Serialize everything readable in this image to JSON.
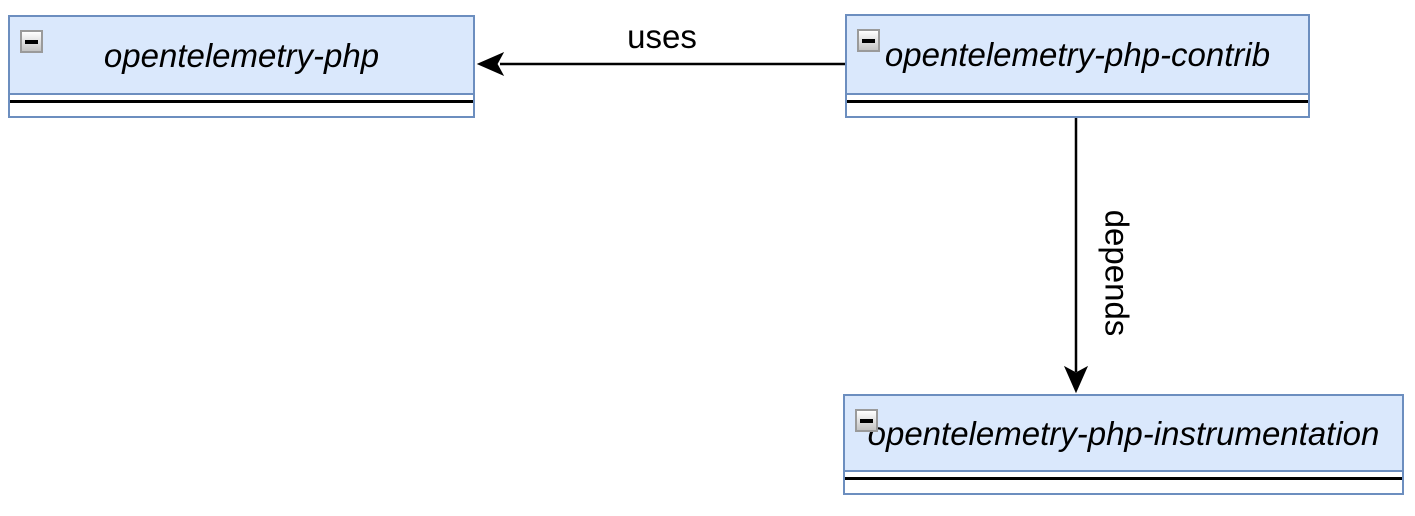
{
  "diagram": {
    "type": "package-dependency-diagram",
    "background": "#ffffff",
    "colors": {
      "node_fill": "#dae8fc",
      "node_border": "#6c8ebf",
      "divider": "#000000",
      "edge": "#000000",
      "label_text": "#000000",
      "collapse_border": "#9a9a9a",
      "collapse_fill_top": "#ffffff",
      "collapse_fill_bottom": "#c3c3c3",
      "canvas_bg": "#ffffff"
    },
    "nodes": [
      {
        "label": "opentelemetry-php",
        "collapse_icon": "minus-icon",
        "state": "expanded"
      },
      {
        "label": "opentelemetry-php-contrib",
        "collapse_icon": "minus-icon",
        "state": "expanded"
      },
      {
        "label": "opentelemetry-php-instrumentation",
        "collapse_icon": "minus-icon",
        "state": "expanded"
      }
    ],
    "edges": [
      {
        "label": "uses",
        "from": "opentelemetry-php-contrib",
        "to": "opentelemetry-php",
        "direction": "left"
      },
      {
        "label": "depends",
        "from": "opentelemetry-php-contrib",
        "to": "opentelemetry-php-instrumentation",
        "direction": "down"
      }
    ]
  }
}
